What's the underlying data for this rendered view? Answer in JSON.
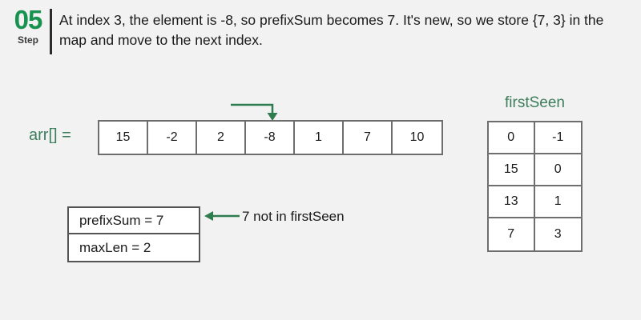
{
  "step": {
    "number": "05",
    "word": "Step",
    "description": "At index 3, the element is -8, so prefixSum becomes 7. It's new, so we store {7, 3} in the map and move to the next index."
  },
  "array": {
    "label": "arr[] =",
    "values": [
      "15",
      "-2",
      "2",
      "-8",
      "1",
      "7",
      "10"
    ],
    "pointer_index": 3
  },
  "state": {
    "prefix_sum": "prefixSum = 7",
    "max_len": "maxLen = 2"
  },
  "note": {
    "text": "7 not in firstSeen"
  },
  "map": {
    "title": "firstSeen",
    "rows": [
      {
        "key": "0",
        "value": "-1"
      },
      {
        "key": "15",
        "value": "0"
      },
      {
        "key": "13",
        "value": "1"
      },
      {
        "key": "7",
        "value": "3"
      }
    ]
  },
  "colors": {
    "accent_green": "#17924f",
    "label_green": "#3d7d5c",
    "arrow_green": "#2f7d4f",
    "background": "#f2f2f2",
    "border_gray": "#6e6e6e",
    "text": "#1a1a1a"
  }
}
